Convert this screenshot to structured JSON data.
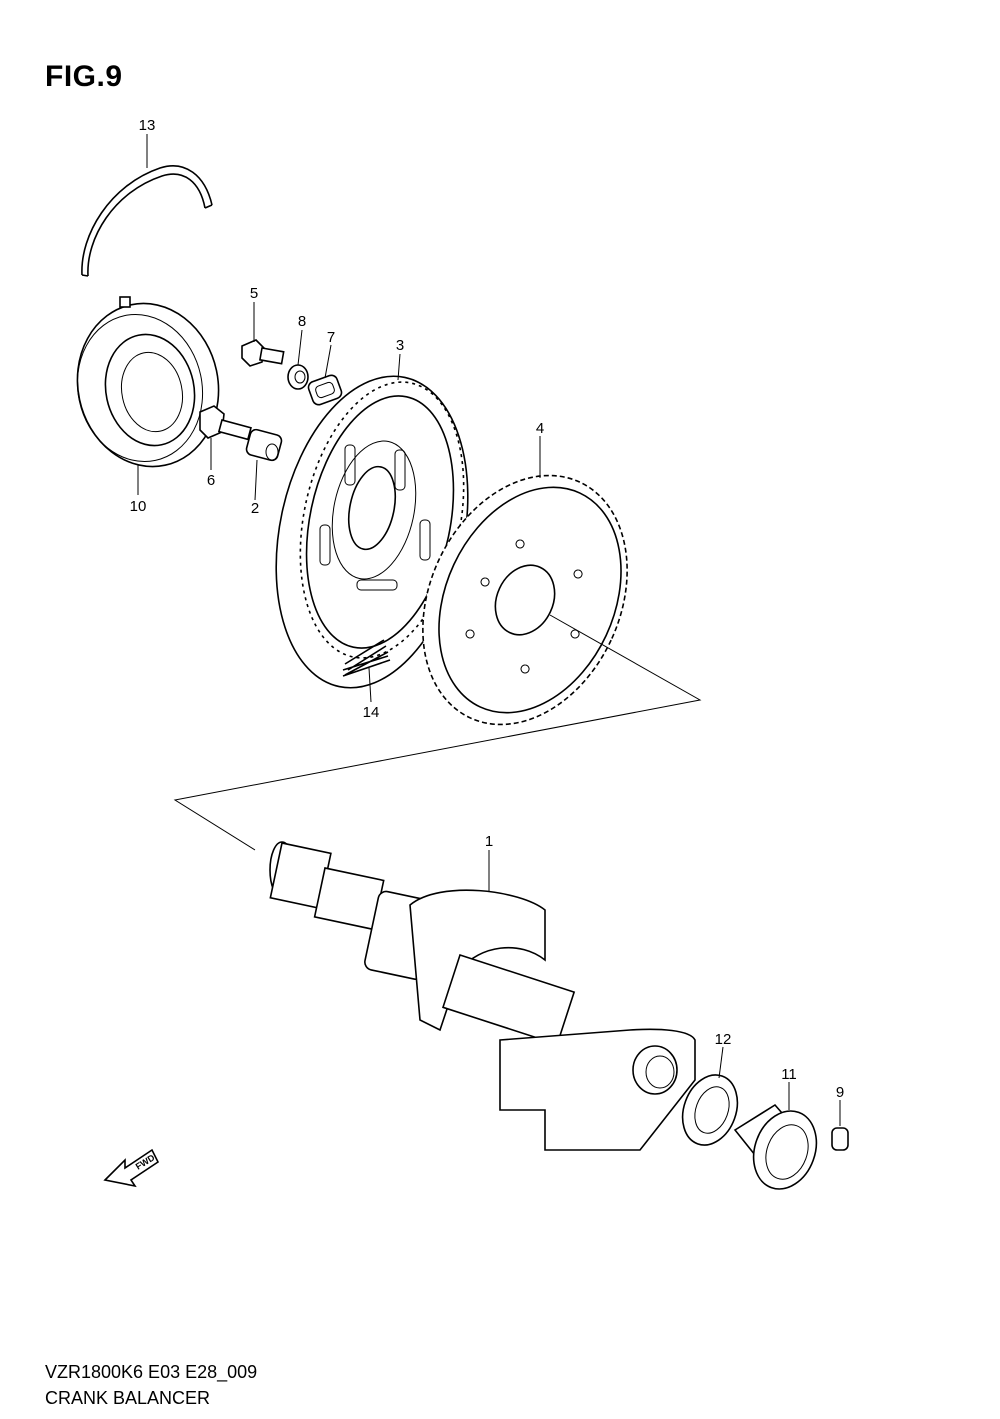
{
  "figure": {
    "title": "FIG.9"
  },
  "footer": {
    "model_code": "VZR1800K6 E03 E28_009",
    "assembly_name": "CRANK BALANCER"
  },
  "callouts": [
    "1",
    "2",
    "3",
    "4",
    "5",
    "6",
    "7",
    "8",
    "9",
    "10",
    "11",
    "12",
    "13",
    "14"
  ],
  "fwd_label": "FWD"
}
